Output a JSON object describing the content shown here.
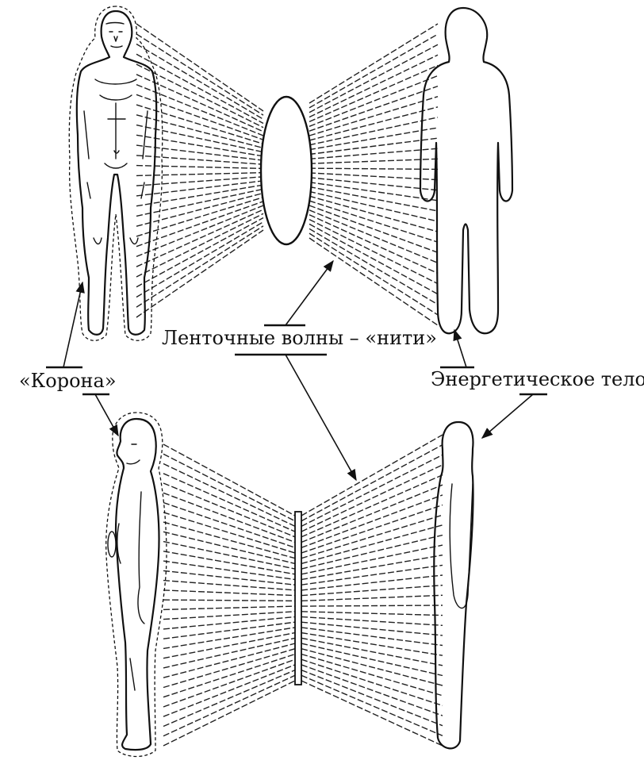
{
  "labels": {
    "corona": "«Корона»",
    "ribbon_waves": "Ленточные волны – «нити»",
    "energy_body": "Энергетическое тело"
  }
}
